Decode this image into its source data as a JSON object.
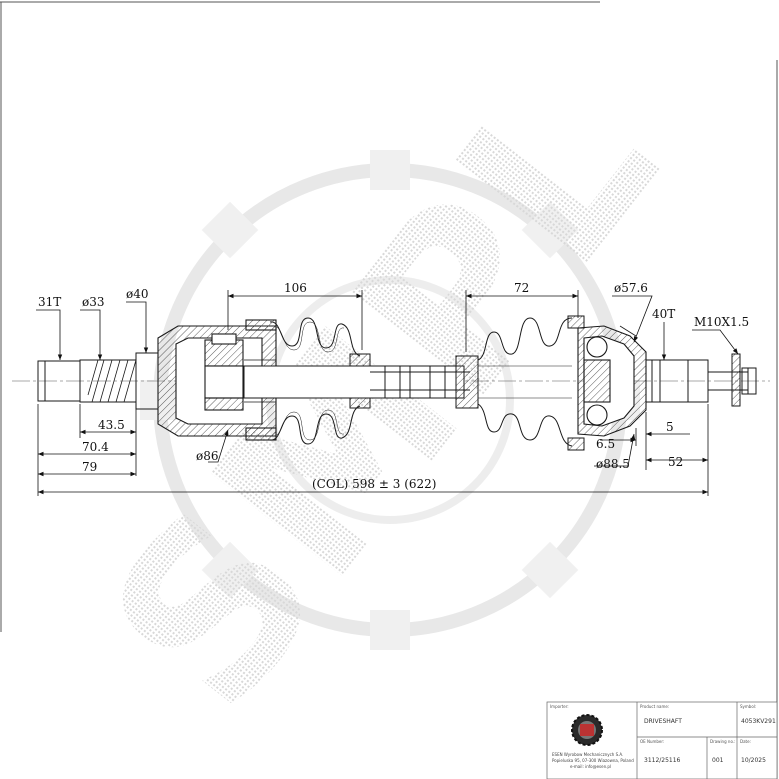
{
  "drawing": {
    "labels": {
      "spline_31t": "31T",
      "dia_33": "ø33",
      "dia_40": "ø40",
      "len_106": "106",
      "len_72": "72",
      "dia_57_6": "ø57.6",
      "spline_40t": "40T",
      "thread": "M10X1.5",
      "len_43_5": "43.5",
      "len_70_4": "70.4",
      "len_79": "79",
      "dia_86": "ø86",
      "len_6_5": "6.5",
      "len_5": "5",
      "dia_88_5": "ø88.5",
      "len_52": "52",
      "total_length": "(COL) 598 ± 3 (622)"
    },
    "watermark": "SMPL"
  },
  "title_block": {
    "importer_label": "Importer:",
    "product_name_label": "Product name:",
    "product_name": "DRIVESHAFT",
    "symbol_label": "Symbol:",
    "symbol": "4053KV291",
    "oe_number_label": "OE Number:",
    "oe_number": "3112/25116",
    "drawing_label": "Drawing no.:",
    "drawing_value": "001",
    "date_label": "Date:",
    "date": "10/2025",
    "company_line1": "ESEN Wyrobow Mechanicznych S.A.",
    "company_line2": "Popieluska 95, 07-300 Wiazowna, Poland",
    "company_line3": "e-mail: info@esen.pl"
  },
  "colors": {
    "line": "#1a1a1a",
    "hatch": "#333333",
    "watermark": "#d9d9d9"
  }
}
